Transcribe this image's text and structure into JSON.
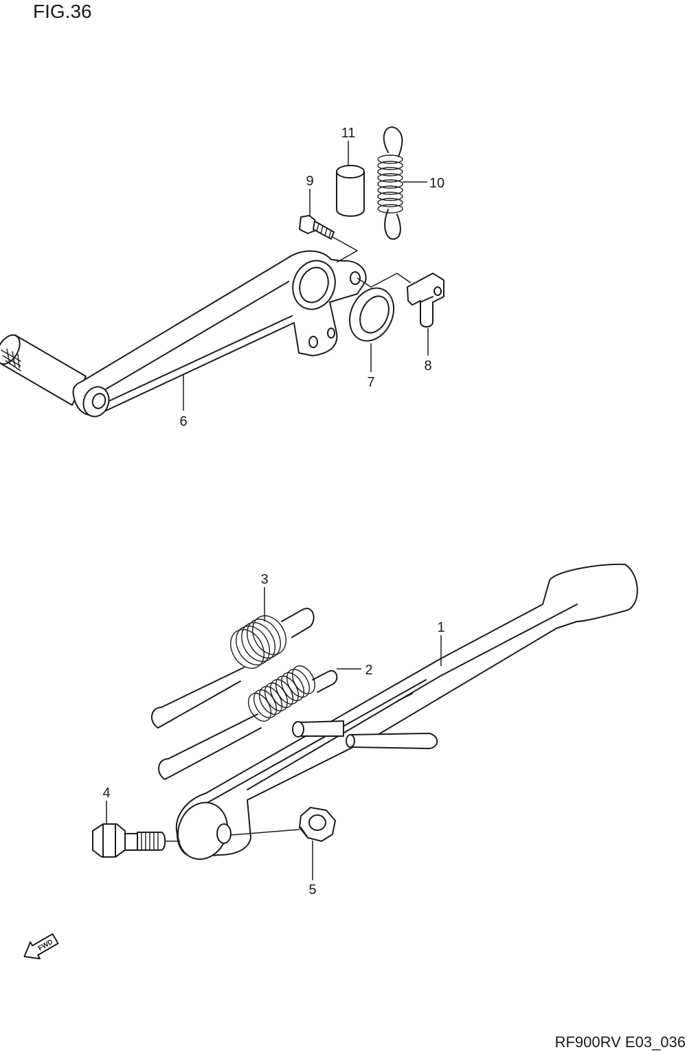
{
  "figure_title": "FIG.36",
  "footer_code": "RF900RV E03_036",
  "fwd_label": "FWD",
  "callouts": {
    "p1": "1",
    "p2": "2",
    "p3": "3",
    "p4": "4",
    "p5": "5",
    "p6": "6",
    "p7": "7",
    "p8": "8",
    "p9": "9",
    "p10": "10",
    "p11": "11"
  }
}
